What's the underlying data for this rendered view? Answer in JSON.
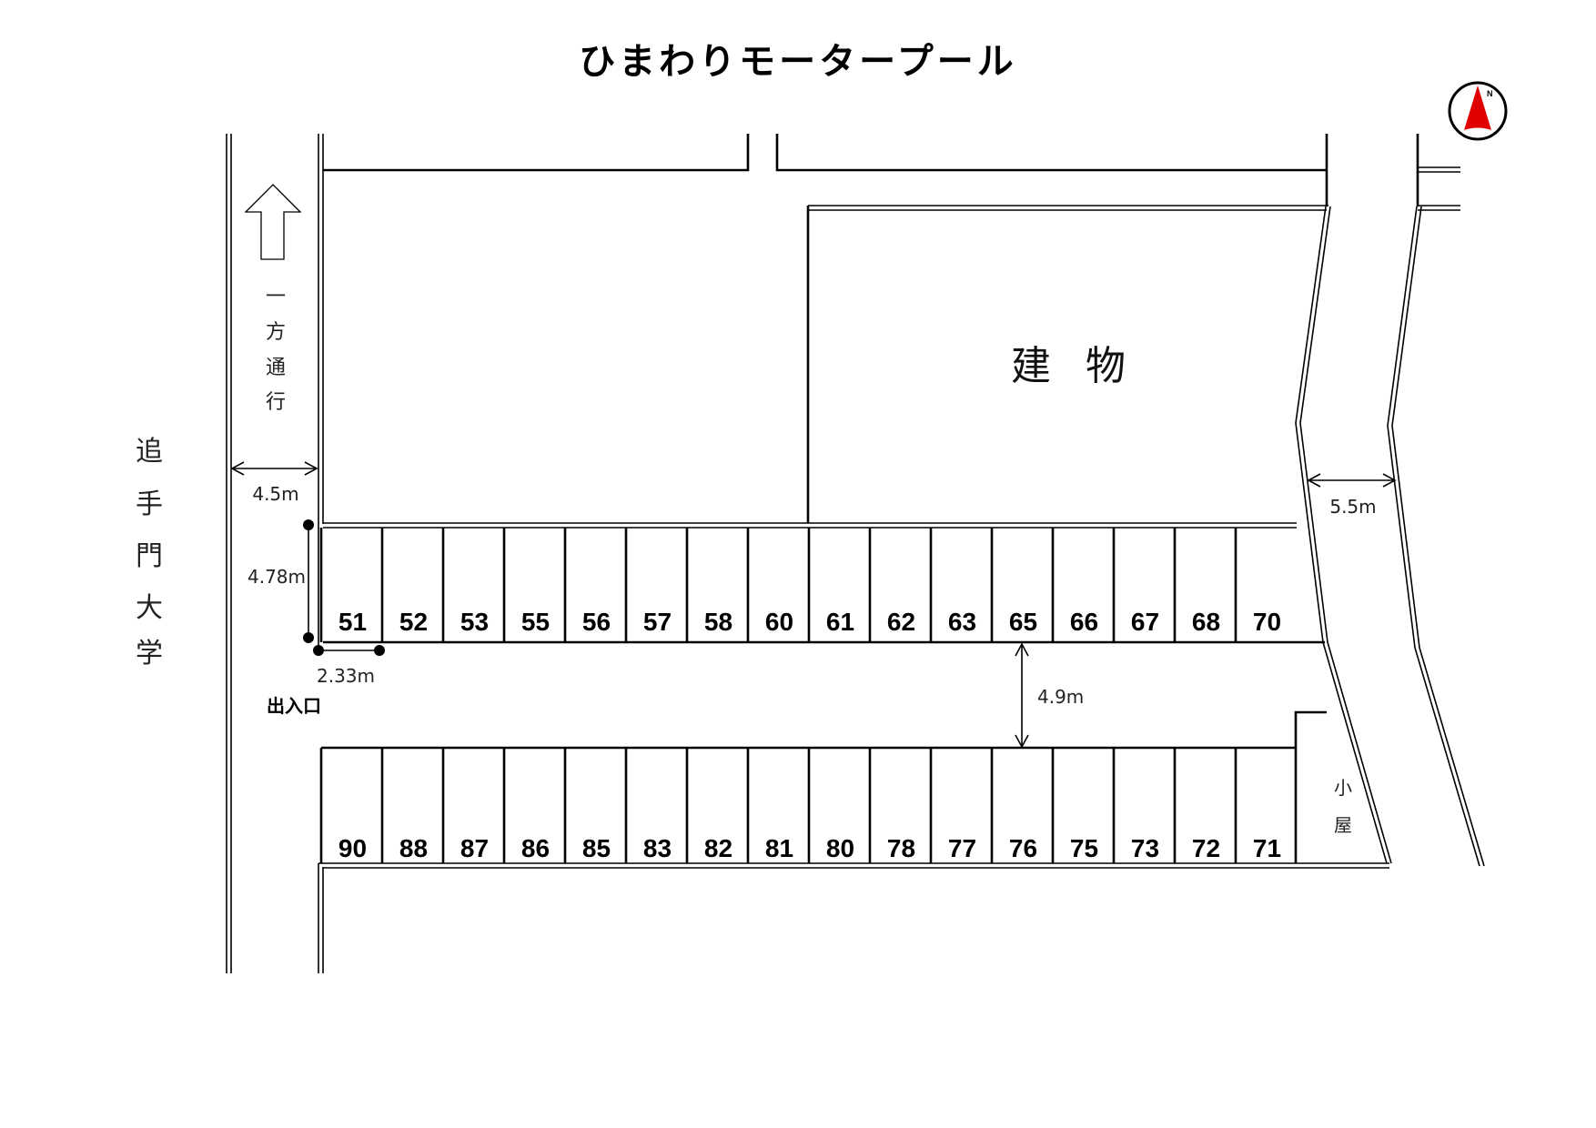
{
  "title": "ひまわりモータープール",
  "compass": {
    "label": "N",
    "color": "#e00000"
  },
  "labels": {
    "one_way": [
      "一",
      "方",
      "通",
      "行"
    ],
    "university": [
      "追",
      "手",
      "門",
      "大",
      "学"
    ],
    "building": "建 物",
    "shed": [
      "小",
      "屋"
    ],
    "entrance": "出入口"
  },
  "dimensions": {
    "left_road_width": "4.5m",
    "space_length": "4.78m",
    "space_width": "2.33m",
    "aisle_width": "4.9m",
    "right_road_width": "5.5m"
  },
  "top_row_spaces": [
    "51",
    "52",
    "53",
    "55",
    "56",
    "57",
    "58",
    "60",
    "61",
    "62",
    "63",
    "65",
    "66",
    "67",
    "68",
    "70"
  ],
  "bottom_row_spaces": [
    "90",
    "88",
    "87",
    "86",
    "85",
    "83",
    "82",
    "81",
    "80",
    "78",
    "77",
    "76",
    "75",
    "73",
    "72",
    "71"
  ]
}
